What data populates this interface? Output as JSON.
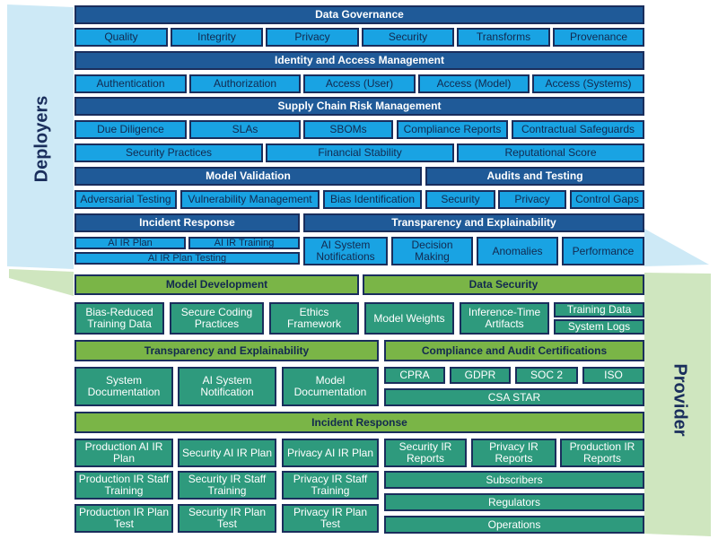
{
  "side_labels": {
    "deployers": "Deployers",
    "provider": "Provider"
  },
  "colors": {
    "deployer_band": "#cde9f6",
    "provider_band": "#cfe6bf",
    "deployer_header": "#1f5a98",
    "deployer_sub": "#19a3e3",
    "provider_header": "#7ab547",
    "provider_sub": "#2e9a7d",
    "border": "#1a2e5c"
  },
  "deployers": {
    "data_governance": {
      "title": "Data Governance",
      "items": [
        "Quality",
        "Integrity",
        "Privacy",
        "Security",
        "Transforms",
        "Provenance"
      ]
    },
    "iam": {
      "title": "Identity and Access Management",
      "items": [
        "Authentication",
        "Authorization",
        "Access (User)",
        "Access (Model)",
        "Access (Systems)"
      ]
    },
    "supply_chain": {
      "title": "Supply Chain Risk Management",
      "row1": [
        "Due Diligence",
        "SLAs",
        "SBOMs",
        "Compliance Reports",
        "Contractual Safeguards"
      ],
      "row2": [
        "Security Practices",
        "Financial Stability",
        "Reputational Score"
      ]
    },
    "model_validation": {
      "title": "Model Validation",
      "items": [
        "Adversarial Testing",
        "Vulnerability Management",
        "Bias Identification"
      ]
    },
    "audits": {
      "title": "Audits and Testing",
      "items": [
        "Security",
        "Privacy",
        "Control Gaps"
      ]
    },
    "incident_response": {
      "title": "Incident Response",
      "items": [
        "AI IR Plan",
        "AI IR Training",
        "AI IR Plan Testing"
      ]
    },
    "transparency": {
      "title": "Transparency and Explainability",
      "items": [
        "AI System Notifications",
        "Decision Making",
        "Anomalies",
        "Performance"
      ]
    }
  },
  "provider": {
    "model_development": {
      "title": "Model Development",
      "items": [
        "Bias-Reduced Training Data",
        "Secure Coding Practices",
        "Ethics Framework",
        "Model Weights"
      ]
    },
    "data_security": {
      "title": "Data Security",
      "items": [
        "Inference-Time Artifacts",
        "Training Data",
        "System Logs"
      ]
    },
    "transparency": {
      "title": "Transparency and Explainability",
      "items": [
        "System Documentation",
        "AI System Notification",
        "Model Documentation"
      ]
    },
    "compliance": {
      "title": "Compliance and Audit Certifications",
      "items": [
        "CPRA",
        "GDPR",
        "SOC 2",
        "ISO",
        "CSA STAR"
      ]
    },
    "incident_response": {
      "title": "Incident Response",
      "grid": [
        "Production AI IR Plan",
        "Security AI IR Plan",
        "Privacy AI IR Plan",
        "Production IR Staff Training",
        "Security IR Staff Training",
        "Privacy IR Staff Training",
        "Production IR Plan Test",
        "Security IR Plan Test",
        "Privacy IR Plan Test"
      ],
      "reports": [
        "Security IR Reports",
        "Privacy IR Reports",
        "Production IR Reports"
      ],
      "audiences": [
        "Subscribers",
        "Regulators",
        "Operations"
      ]
    }
  }
}
